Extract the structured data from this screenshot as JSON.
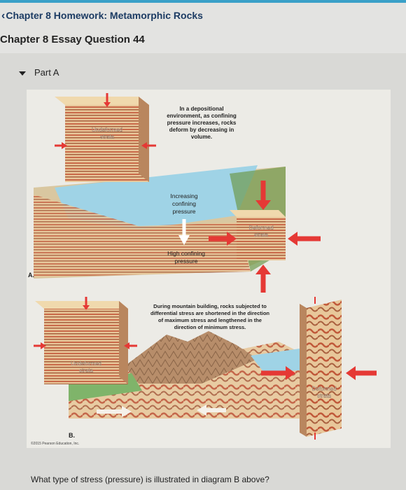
{
  "header": {
    "back_link": "Chapter 8 Homework: Metamorphic Rocks",
    "title": "Chapter 8 Essay Question 44"
  },
  "part": {
    "label": "Part A"
  },
  "figure": {
    "a": {
      "label": "A.",
      "undeformed_label_1": "Undeformed",
      "undeformed_label_2": "strata",
      "caption_lines": [
        "In a depositional",
        "environment, as confining",
        "pressure increases, rocks",
        "deform by decreasing in",
        "volume."
      ],
      "increasing_lines": [
        "Increasing",
        "confining",
        "pressure"
      ],
      "high_lines": [
        "High confining",
        "pressure"
      ],
      "deformed_label_1": "Deformed",
      "deformed_label_2": "strata"
    },
    "b": {
      "label": "B.",
      "caption_lines": [
        "During mountain building, rocks subjected to",
        "differential stress are shortened in the direction",
        "of maximum stress and lengthened in the",
        "direction of minimum stress."
      ],
      "undeformed_label_1": "Undeformed",
      "undeformed_label_2": "strata",
      "deformed_label_1": "Deformed",
      "deformed_label_2": "strata"
    },
    "copyright": "©2015 Pearson Education, Inc."
  },
  "question": "What type of stress (pressure) is illustrated in diagram B above?",
  "colors": {
    "arrow": "#e53935",
    "link": "#1c3b63",
    "water": "#9fd3e6"
  }
}
